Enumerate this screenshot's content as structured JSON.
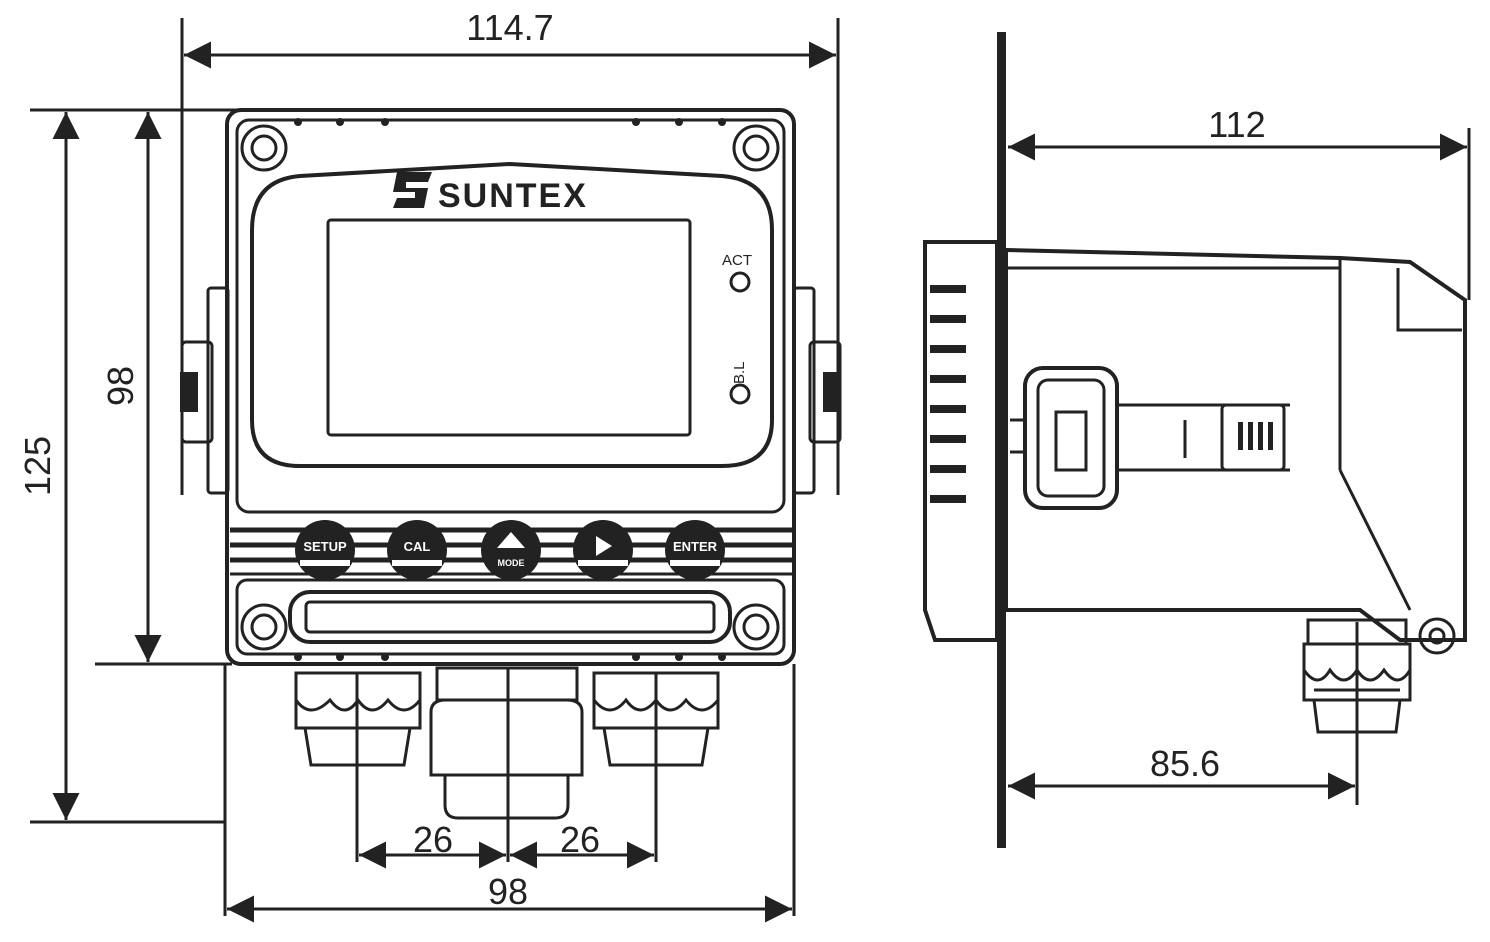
{
  "brand": "SUNTEX",
  "leds": {
    "act": "ACT",
    "bl": "B.L"
  },
  "buttons": {
    "setup": "SETUP",
    "cal": "CAL",
    "up_sub": "MODE",
    "enter": "ENTER"
  },
  "dimensions": {
    "overall_width": "114.7",
    "overall_height": "125",
    "body_height": "98",
    "body_width": "98",
    "gland_pitch_left": "26",
    "gland_pitch_right": "26",
    "depth": "112",
    "gland_depth": "85.6"
  },
  "colors": {
    "line": "#222222",
    "background": "#ffffff"
  }
}
